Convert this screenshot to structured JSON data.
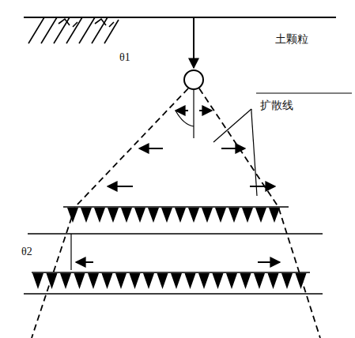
{
  "diagram": {
    "labels": [
      "土颗粒",
      "θ1",
      "扩散线",
      "θ2"
    ]
  }
}
